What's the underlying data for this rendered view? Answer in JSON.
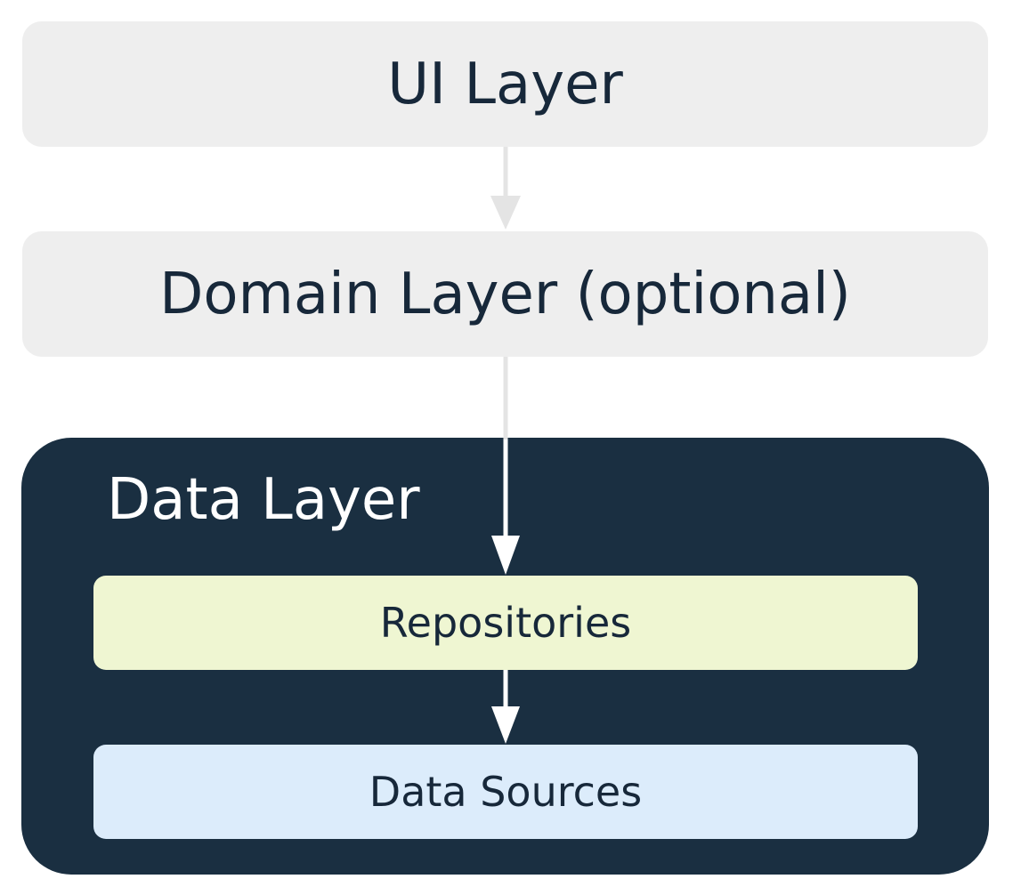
{
  "layers": {
    "ui": "UI Layer",
    "domain": "Domain Layer (optional)",
    "data": {
      "title": "Data Layer",
      "repositories": "Repositories",
      "data_sources": "Data Sources"
    }
  },
  "colors": {
    "layer_box": "#eeeeee",
    "data_layer_bg": "#1a2f41",
    "repositories_bg": "#eff6d2",
    "data_sources_bg": "#dcecfb",
    "text_dark": "#17283a",
    "text_light": "#ffffff",
    "arrow_light": "#e4e4e4",
    "arrow_white": "#ffffff"
  }
}
